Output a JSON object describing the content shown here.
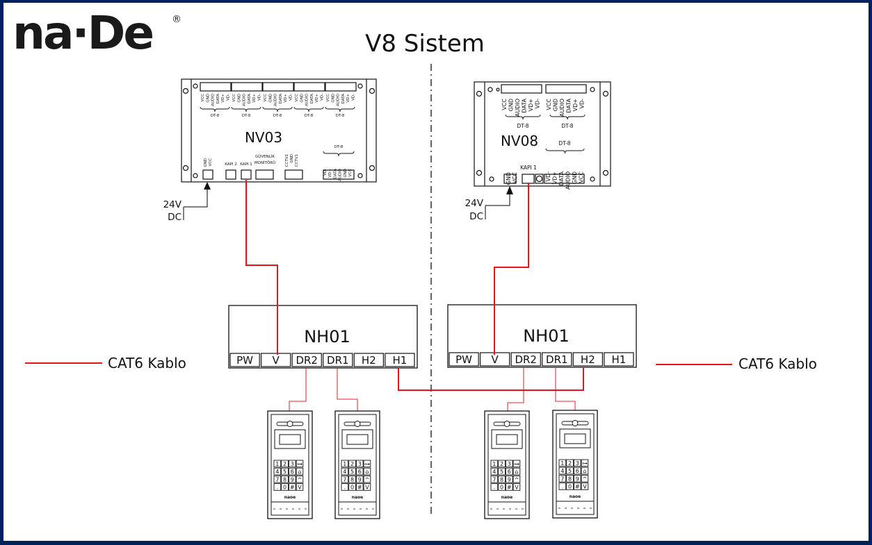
{
  "brand": {
    "logo_text": "na·De",
    "registered_mark": "®"
  },
  "title": "V8 Sistem",
  "colors": {
    "frame": "#002060",
    "cable": "#e8141b",
    "line": "#111111"
  },
  "legend": {
    "left_label": "CAT6 Kablo",
    "right_label": "CAT6 Kablo"
  },
  "left_system": {
    "monitor_unit": {
      "name": "NV03",
      "top_terminal_pins": [
        "VCC",
        "GND",
        "AUDIO",
        "DATA",
        "VD+",
        "VD-"
      ],
      "top_group_label": "DT-8",
      "top_group_count": 5,
      "bottom_labels": {
        "power": [
          "GND",
          "VCC"
        ],
        "door2": "KAPI 2",
        "door1": "KAPI 1",
        "security_line1": "GÜVENLİK",
        "security_line2": "MONİTÖRÜ",
        "cctv": [
          "CCTV2",
          "GND",
          "CCTV1"
        ],
        "dt8_label": "DT-8",
        "dt8_pins": [
          "VD-",
          "VD+",
          "DATA",
          "AUDIO",
          "GND",
          "VCC"
        ]
      }
    },
    "power_label_line1": "24V",
    "power_label_line2": "DC",
    "hub": {
      "name": "NH01",
      "ports": [
        "PW",
        "V",
        "DR2",
        "DR1",
        "H2",
        "H1"
      ]
    },
    "door_panels": [
      {
        "keys": [
          "1",
          "2",
          "3",
          "key",
          "4",
          "5",
          "6",
          "bell",
          "7",
          "8",
          "9",
          "^",
          ".",
          "0",
          "#",
          "v"
        ],
        "brand": "naoe"
      },
      {
        "keys": [
          "1",
          "2",
          "3",
          "key",
          "4",
          "5",
          "6",
          "bell",
          "7",
          "8",
          "9",
          "^",
          ".",
          "0",
          "#",
          "v"
        ],
        "brand": "naoe"
      }
    ]
  },
  "right_system": {
    "monitor_unit": {
      "name": "NV08",
      "top_terminal_pins": [
        "VCC",
        "GND",
        "AUDIO",
        "DATA",
        "VD+",
        "VD-"
      ],
      "top_group_label": "DT-8",
      "top_group_count": 2,
      "bottom_labels": {
        "power": [
          "GND",
          "VCC"
        ],
        "door1": "KAPI 1",
        "dt8_label": "DT-8",
        "dt8_pins": [
          "VD-",
          "VD+",
          "DATA",
          "AUDIO",
          "GND",
          "VCC"
        ]
      }
    },
    "power_label_line1": "24V",
    "power_label_line2": "DC",
    "hub": {
      "name": "NH01",
      "ports": [
        "PW",
        "V",
        "DR2",
        "DR1",
        "H2",
        "H1"
      ]
    },
    "door_panels": [
      {
        "keys": [
          "1",
          "2",
          "3",
          "key",
          "4",
          "5",
          "6",
          "bell",
          "7",
          "8",
          "9",
          "^",
          ".",
          "0",
          "#",
          "v"
        ],
        "brand": "naoe"
      },
      {
        "keys": [
          "1",
          "2",
          "3",
          "key",
          "4",
          "5",
          "6",
          "bell",
          "7",
          "8",
          "9",
          "^",
          ".",
          "0",
          "#",
          "v"
        ],
        "brand": "naoe"
      }
    ]
  }
}
